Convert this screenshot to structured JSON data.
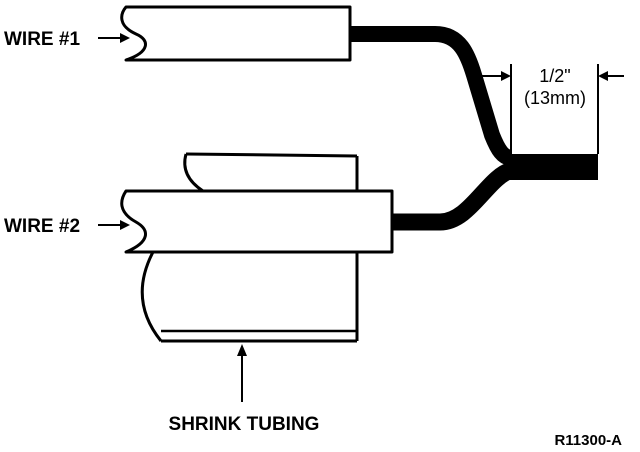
{
  "labels": {
    "wire1": "WIRE #1",
    "wire2": "WIRE #2",
    "dimension_imperial": "1/2\"",
    "dimension_metric": "(13mm)",
    "shrink_tubing": "SHRINK TUBING",
    "figure_ref": "R11300-A"
  },
  "colors": {
    "line": "#000000",
    "background": "#ffffff"
  }
}
